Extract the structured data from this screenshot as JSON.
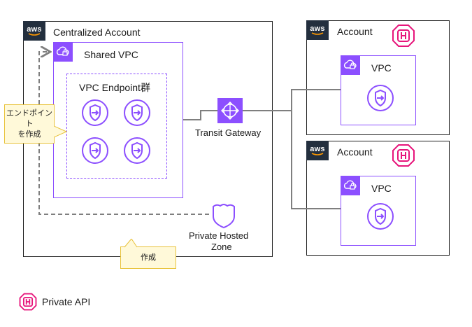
{
  "centralized": {
    "title": "Centralized Account",
    "shared_vpc": "Shared VPC",
    "endpoint_group": "VPC Endpoint群",
    "phz_line1": "Private Hosted",
    "phz_line2": "Zone"
  },
  "transit_gateway": "Transit Gateway",
  "accounts": [
    {
      "title": "Account",
      "vpc": "VPC"
    },
    {
      "title": "Account",
      "vpc": "VPC"
    }
  ],
  "notes": {
    "create_endpoint_line1": "エンドポイント",
    "create_endpoint_line2": "を作成",
    "create": "作成"
  },
  "legend": {
    "private_api": "Private API"
  },
  "aws_logo_text": "aws",
  "colors": {
    "vpc_purple": "#8c4fff",
    "aws_dark": "#232f3e",
    "private_api_pink": "#e7157b",
    "note_fill": "#fff9d9",
    "note_border": "#e8c23a"
  }
}
